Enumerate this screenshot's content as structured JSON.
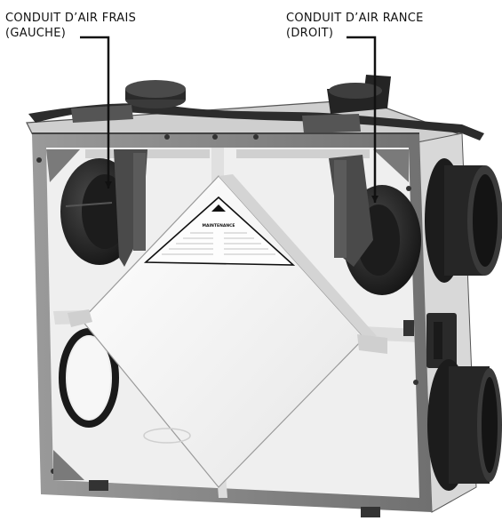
{
  "callouts": {
    "left": {
      "line1": "CONDUIT D’AIR FRAIS",
      "line2": "(GAUCHE)"
    },
    "right": {
      "line1": "CONDUIT D’AIR RANCE",
      "line2": "(DROIT)"
    }
  },
  "label_plate": {
    "title": "MAINTENANCE",
    "icon": "warning-triangle-icon"
  },
  "colors": {
    "frame": "#8a8a8a",
    "interior": "#f1f1f1",
    "core": "#fafafa",
    "ducts": "#262626",
    "line": "#111111"
  }
}
